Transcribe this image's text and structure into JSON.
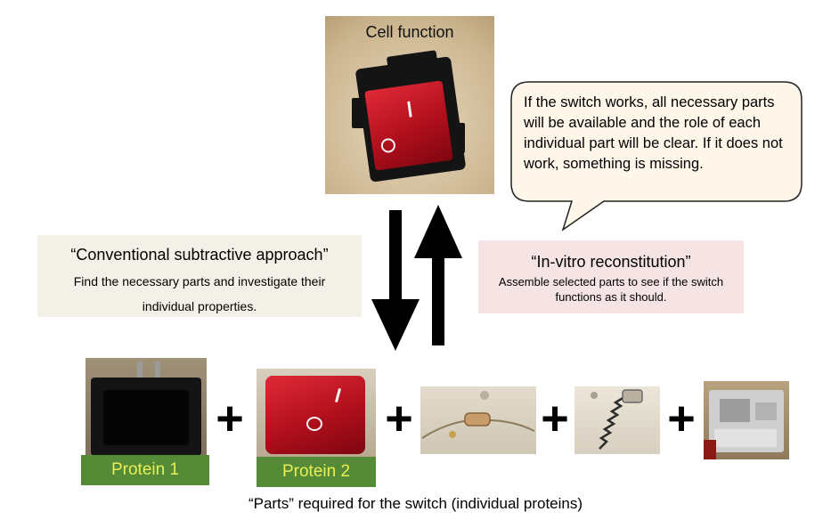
{
  "top": {
    "title": "Cell function",
    "photo_icon": "rocker-switch-icon"
  },
  "bubble": {
    "text": "If the switch works, all necessary parts will be available and the role of each individual part will be clear. If it does not work, something is missing."
  },
  "arrows": {
    "down_icon": "arrow-down-icon",
    "up_icon": "arrow-up-icon"
  },
  "left_box": {
    "title": "“Conventional subtractive approach”",
    "description": "Find the necessary parts and investigate their individual properties."
  },
  "right_box": {
    "title": "“In-vitro reconstitution”",
    "description": "Assemble selected parts to see if the switch functions as it should."
  },
  "parts": {
    "items": [
      {
        "icon": "switch-housing-icon",
        "label": "Protein 1"
      },
      {
        "icon": "red-rocker-icon",
        "label": "Protein 2"
      },
      {
        "icon": "wire-contact-icon"
      },
      {
        "icon": "spring-icon"
      },
      {
        "icon": "plastic-frame-icon"
      }
    ],
    "plus": "+",
    "caption": "“Parts” required for the switch (individual proteins)"
  },
  "colors": {
    "left_box_bg": "#f3f0e7",
    "right_box_bg": "#f6e3e3",
    "label_bg": "#558a36",
    "label_text": "#e9ef55",
    "switch_red": "#c8141f"
  }
}
